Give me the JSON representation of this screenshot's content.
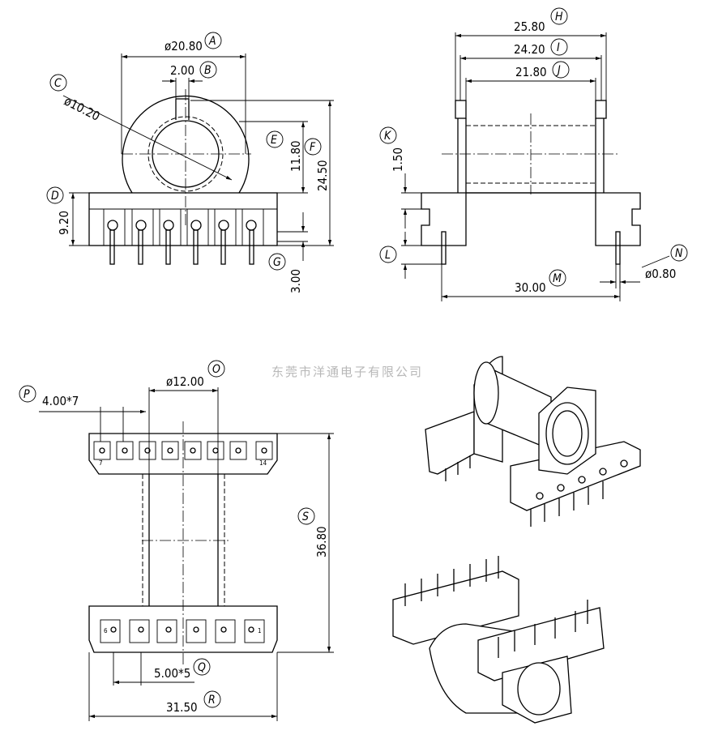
{
  "dimensions": {
    "A": "ø20.80",
    "B": "2.00",
    "C": "ø10.20",
    "D": "9.20",
    "E": "11.80",
    "F": "24.50",
    "G": "3.00",
    "H": "25.80",
    "I": "24.20",
    "J": "21.80",
    "K": "1.50",
    "M": "30.00",
    "N": "ø0.80",
    "O": "ø12.00",
    "P": "4.00*7",
    "Q": "5.00*5",
    "R": "31.50",
    "S": "36.80"
  },
  "labels": [
    "A",
    "B",
    "C",
    "D",
    "E",
    "F",
    "G",
    "H",
    "I",
    "J",
    "K",
    "L",
    "M",
    "N",
    "O",
    "P",
    "Q",
    "R",
    "S"
  ],
  "pins": {
    "top_left": "7",
    "top_right": "14",
    "bottom_left": "6",
    "bottom_right": "1"
  },
  "watermark": "东莞市洋通电子有限公司"
}
